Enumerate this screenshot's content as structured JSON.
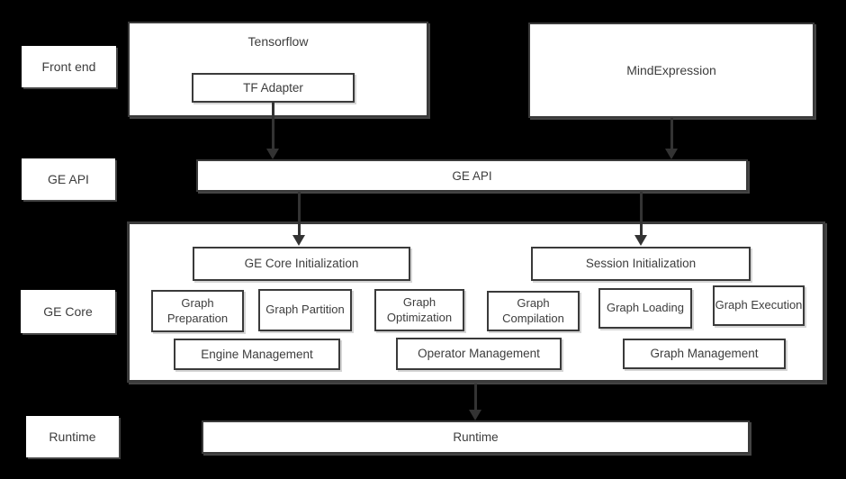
{
  "colors": {
    "background": "#000000",
    "box_fill": "#ffffff",
    "box_border": "#3a3a3a",
    "text": "#3d3d3d",
    "arrow": "#333333"
  },
  "side_labels": {
    "front_end": "Front end",
    "ge_api": "GE API",
    "ge_core": "GE Core",
    "runtime": "Runtime"
  },
  "front_end": {
    "tensorflow": {
      "title": "Tensorflow",
      "tf_adapter": "TF Adapter"
    },
    "mind_expression": {
      "title": "MindExpression"
    }
  },
  "ge_api_bar": {
    "label": "GE API"
  },
  "ge_core": {
    "ge_core_init": "GE Core Initialization",
    "session_init": "Session Initialization",
    "modules": [
      "Graph Preparation",
      "Graph Partition",
      "Graph Optimization",
      "Graph Compilation",
      "Graph Loading",
      "Graph Execution"
    ],
    "management": [
      "Engine Management",
      "Operator Management",
      "Graph Management"
    ]
  },
  "runtime_bar": {
    "label": "Runtime"
  }
}
